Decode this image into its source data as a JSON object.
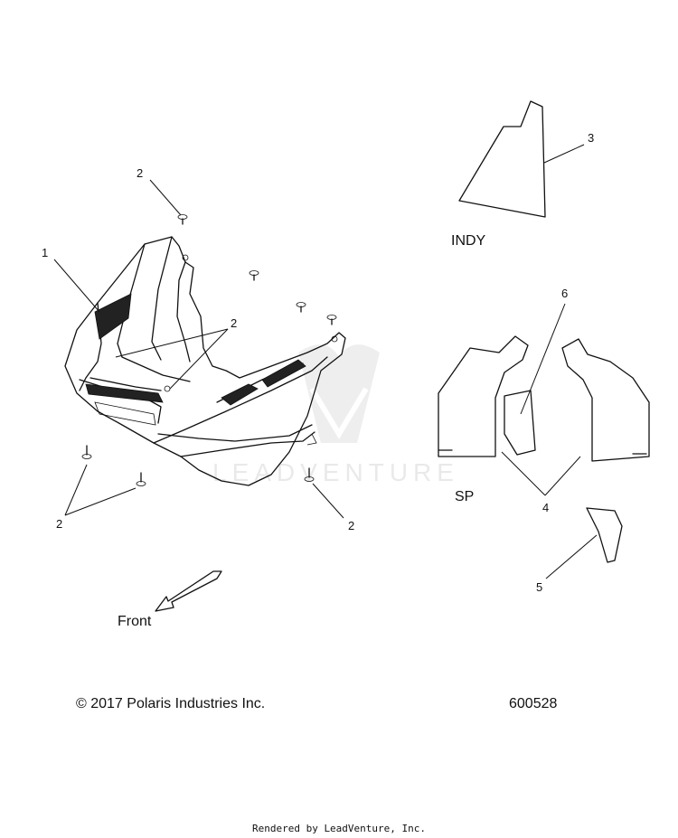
{
  "callouts": {
    "c1": "1",
    "c2a": "2",
    "c2b": "2",
    "c2c": "2",
    "c2d": "2",
    "c3": "3",
    "c4": "4",
    "c5": "5",
    "c6": "6"
  },
  "variants": {
    "indy": "INDY",
    "sp": "SP"
  },
  "direction_label": "Front",
  "watermark_text": "LEADVENTURE",
  "footer": {
    "copyright": "© 2017 Polaris Industries Inc.",
    "drawing_number": "600528",
    "rendered_by": "Rendered by LeadVenture, Inc."
  }
}
